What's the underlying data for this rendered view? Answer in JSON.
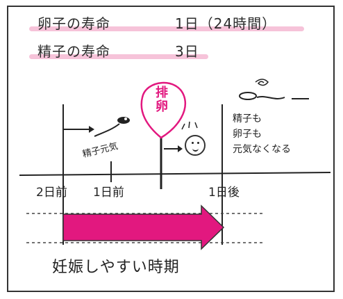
{
  "header": {
    "egg_life_label": "卵子の寿命",
    "egg_life_value": "1日（24時間）",
    "sperm_life_label": "精子の寿命",
    "sperm_life_value": "3日"
  },
  "diagram": {
    "ovulation_label_line1": "排",
    "ovulation_label_line2": "卵",
    "sperm_active_label": "精子元気",
    "tired_lines": [
      "精子も",
      "卵子も",
      "元気なくなる"
    ],
    "timeline_labels": [
      "2日前",
      "1日前",
      "1日後"
    ],
    "fertile_period_label": "妊娠しやすい時期",
    "accent_color": "#e2187f",
    "highlight_color": "#f4b8d2"
  }
}
